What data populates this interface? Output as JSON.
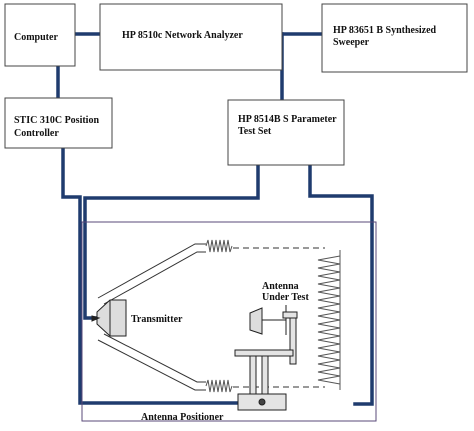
{
  "boxes": {
    "computer": "Computer",
    "network_analyzer": "HP 8510c Network Analyzer",
    "sweeper_line1": "HP 83651 B Synthesized",
    "sweeper_line2": "Sweeper",
    "position_controller_line1": "STIC 310C Position",
    "position_controller_line2": "Controller",
    "test_set_line1": "HP 8514B  S Parameter",
    "test_set_line2": "Test Set"
  },
  "labels": {
    "transmitter": "Transmitter",
    "aut_line1": "Antenna",
    "aut_line2": "Under Test",
    "positioner": "Antenna Positioner"
  },
  "colors": {
    "cable": "#1f3b6e",
    "box_stroke": "#444444",
    "chamber_stroke": "#5a4a7a",
    "absorber": "#555555",
    "text": "#111111"
  }
}
